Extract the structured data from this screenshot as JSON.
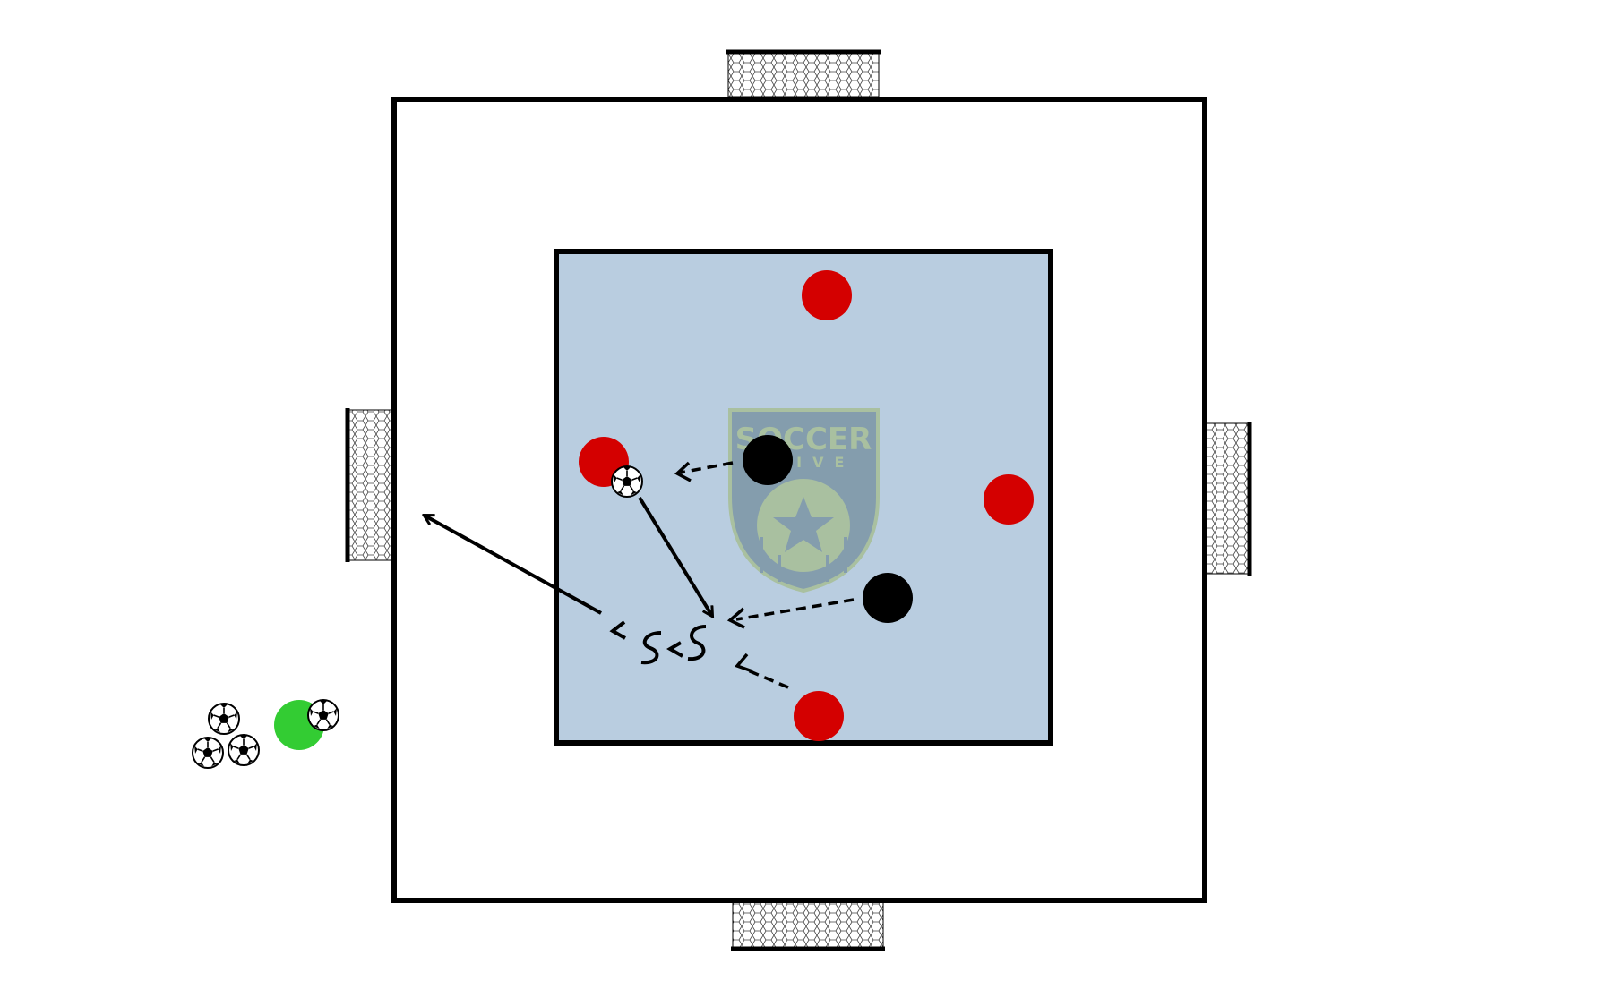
{
  "diagram": {
    "type": "soccer-drill",
    "colors": {
      "background": "#ffffff",
      "field_line": "#000000",
      "inner_zone": "#b9cde0",
      "red_player": "#d40000",
      "black_player": "#000000",
      "green_player": "#33cc33",
      "goal_net": "#ffffff",
      "logo": "#a8bf9a"
    },
    "logo": {
      "line1": "SOCCER",
      "line2": "DRIVE",
      "icon": "soccer-ball-star-shield-icon"
    },
    "players": {
      "red_count": 4,
      "black_count": 2,
      "green_count": 1
    },
    "balls": {
      "in_play": 1,
      "with_green_player": 1,
      "spare": 3
    },
    "goals": [
      "top",
      "left",
      "right",
      "bottom"
    ],
    "arrows": {
      "pass": "solid",
      "run": "dashed",
      "dribble": "wavy"
    }
  }
}
